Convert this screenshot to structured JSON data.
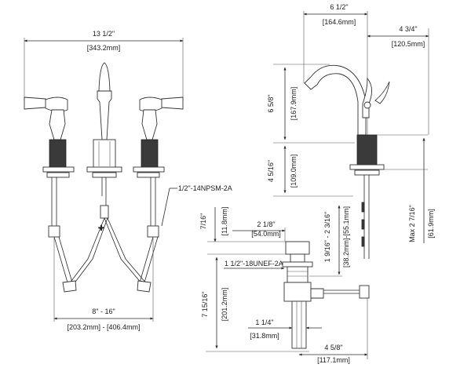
{
  "dimensions": {
    "overall_width_in": "13 1/2\"",
    "overall_width_mm": "[343.2mm]",
    "inlet_thread": "1/2\"-14NPSM-2A",
    "spread_in": "8\"   -   16\"",
    "spread_mm": "[203.2mm] - [406.4mm]",
    "spout_reach_in": "6 1/2\"",
    "spout_reach_mm": "[164.6mm]",
    "handle_reach_in": "4 3/4\"",
    "handle_reach_mm": "[120.5mm]",
    "spout_height_in": "6 5/8\"",
    "spout_height_mm": "[167.9mm]",
    "shank_length_in": "4 5/16\"",
    "shank_length_mm": "[109.0mm]",
    "max_deck_in": "Max 2 7/16\"",
    "max_deck_mm": "[61.9mm]",
    "drain_top_in": "7/16\"",
    "drain_top_mm": "[11.8mm]",
    "flange_width_in": "2 1/8\"",
    "flange_width_mm": "[54.0mm]",
    "drain_range_in": "1 9/16\" - 2 3/16\"",
    "drain_range_mm": "[38.2mm]-[55.1mm]",
    "drain_thread": "1 1/2\"-18UNEF-2A",
    "tailpiece_length_in": "7 15/16\"",
    "tailpiece_length_mm": "[201.2mm]",
    "tailpiece_dia_in": "1 1/4\"",
    "tailpiece_dia_mm": "[31.8mm]",
    "drain_offset_in": "4 5/8\"",
    "drain_offset_mm": "[117.1mm]"
  }
}
